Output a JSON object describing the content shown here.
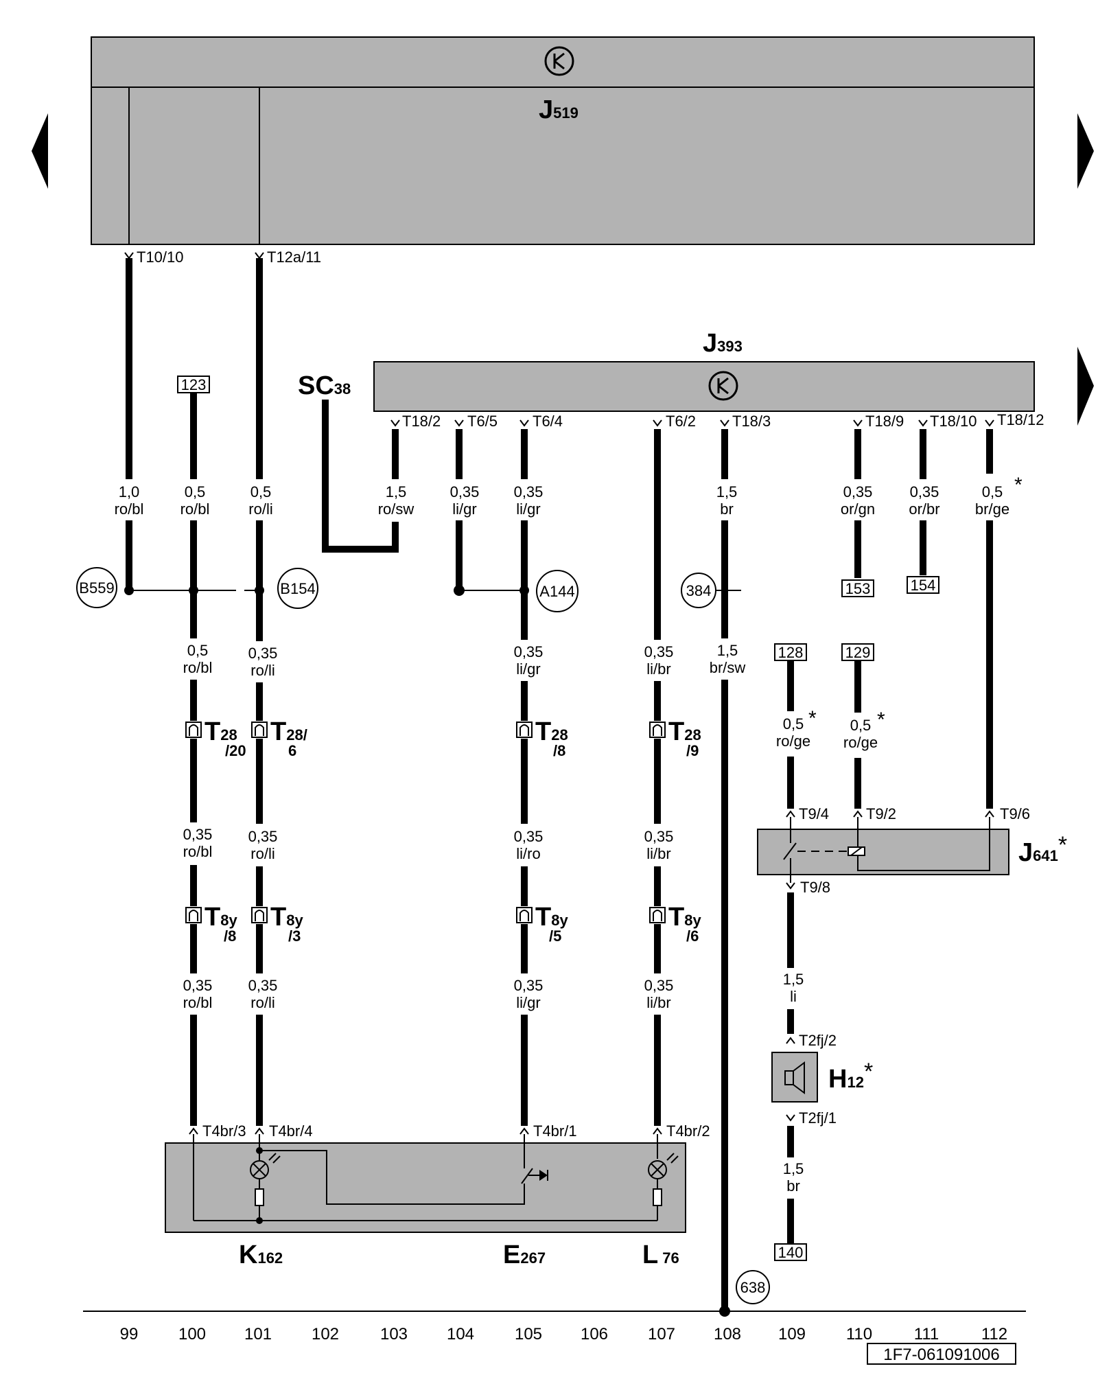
{
  "modules": {
    "j519": {
      "letter": "J",
      "sub": "519"
    },
    "j393": {
      "letter": "J",
      "sub": "393"
    },
    "j641": {
      "letter": "J",
      "sub": "641",
      "star": "*"
    },
    "h12": {
      "letter": "H",
      "sub": "12",
      "star": "*"
    },
    "k162": {
      "letter": "K",
      "sub": "162"
    },
    "e267": {
      "letter": "E",
      "sub": "267"
    },
    "l76": {
      "letter": "L",
      "sub": "76"
    },
    "sc38": {
      "letter": "SC",
      "sub": "38"
    }
  },
  "pins": {
    "t10_10": "T10/10",
    "t12a_11": "T12a/11",
    "t18_2": "T18/2",
    "t6_5": "T6/5",
    "t6_4": "T6/4",
    "t6_2": "T6/2",
    "t18_3": "T18/3",
    "t18_9": "T18/9",
    "t18_10": "T18/10",
    "t18_12": "T18/12",
    "t9_4": "T9/4",
    "t9_2": "T9/2",
    "t9_6": "T9/6",
    "t9_8": "T9/8",
    "t2fj_2": "T2fj/2",
    "t2fj_1": "T2fj/1",
    "t4br_3": "T4br/3",
    "t4br_4": "T4br/4",
    "t4br_1": "T4br/1",
    "t4br_2": "T4br/2"
  },
  "wires": {
    "w99_top": {
      "size": "1,0",
      "color": "ro/bl"
    },
    "w100_top": {
      "size": "0,5",
      "color": "ro/bl"
    },
    "w101_top": {
      "size": "0,5",
      "color": "ro/li"
    },
    "w103_top": {
      "size": "1,5",
      "color": "ro/sw"
    },
    "w104_top": {
      "size": "0,35",
      "color": "li/gr"
    },
    "w105_top": {
      "size": "0,35",
      "color": "li/gr"
    },
    "w108_top": {
      "size": "1,5",
      "color": "br"
    },
    "w110_top": {
      "size": "0,35",
      "color": "or/gn"
    },
    "w111_top": {
      "size": "0,35",
      "color": "or/br"
    },
    "w112_top": {
      "size": "0,5",
      "color": "br/ge",
      "star": "*"
    },
    "w100_m1": {
      "size": "0,5",
      "color": "ro/bl"
    },
    "w101_m1": {
      "size": "0,35",
      "color": "ro/li"
    },
    "w105_m1": {
      "size": "0,35",
      "color": "li/gr"
    },
    "w107_m1": {
      "size": "0,35",
      "color": "li/br"
    },
    "w108_m1": {
      "size": "1,5",
      "color": "br/sw"
    },
    "w109_m1": {
      "size": "0,5",
      "color": "ro/ge",
      "star": "*"
    },
    "w110_m1": {
      "size": "0,5",
      "color": "ro/ge",
      "star": "*"
    },
    "w100_m2": {
      "size": "0,35",
      "color": "ro/bl"
    },
    "w101_m2": {
      "size": "0,35",
      "color": "ro/li"
    },
    "w105_m2": {
      "size": "0,35",
      "color": "li/ro"
    },
    "w107_m2": {
      "size": "0,35",
      "color": "li/br"
    },
    "w100_m3": {
      "size": "0,35",
      "color": "ro/bl"
    },
    "w101_m3": {
      "size": "0,35",
      "color": "ro/li"
    },
    "w105_m3": {
      "size": "0,35",
      "color": "li/gr"
    },
    "w107_m3": {
      "size": "0,35",
      "color": "li/br"
    },
    "w109_m2": {
      "size": "1,5",
      "color": "li"
    },
    "w109_m3": {
      "size": "1,5",
      "color": "br"
    }
  },
  "connectors_t28": {
    "c100": {
      "main": "T",
      "sub": "28",
      "pin": "/20"
    },
    "c101": {
      "main": "T",
      "sub": "28/",
      "pin": "6"
    },
    "c105": {
      "main": "T",
      "sub": "28",
      "pin": "/8"
    },
    "c107": {
      "main": "T",
      "sub": "28",
      "pin": "/9"
    }
  },
  "connectors_t8y": {
    "c100": {
      "main": "T",
      "sub": "8y",
      "pin": "/8"
    },
    "c101": {
      "main": "T",
      "sub": "8y",
      "pin": "/3"
    },
    "c105": {
      "main": "T",
      "sub": "8y",
      "pin": "/5"
    },
    "c107": {
      "main": "T",
      "sub": "8y",
      "pin": "/6"
    }
  },
  "circle_refs": {
    "b559": "B559",
    "b154": "B154",
    "a144": "A144",
    "r384": "384",
    "r638": "638"
  },
  "box_refs": {
    "r123": "123",
    "r153": "153",
    "r154": "154",
    "r128": "128",
    "r129": "129",
    "r140": "140"
  },
  "columns": [
    "99",
    "100",
    "101",
    "102",
    "103",
    "104",
    "105",
    "106",
    "107",
    "108",
    "109",
    "110",
    "111",
    "112"
  ],
  "diagram_code": "1F7-061091006"
}
